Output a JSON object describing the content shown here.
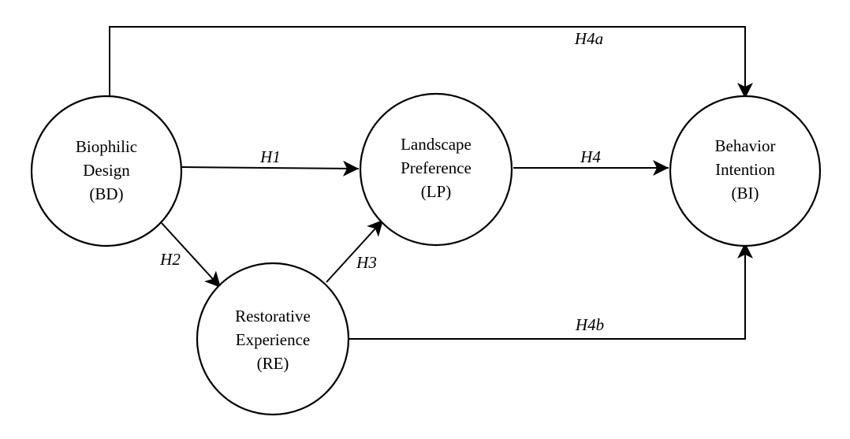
{
  "nodes": [
    {
      "id": "bd",
      "lines": [
        "Biophilic",
        "Design",
        "(BD)"
      ]
    },
    {
      "id": "lp",
      "lines": [
        "Landscape",
        "Preference",
        "(LP)"
      ]
    },
    {
      "id": "bi",
      "lines": [
        "Behavior",
        "Intention",
        "(BI)"
      ]
    },
    {
      "id": "re",
      "lines": [
        "Restorative",
        "Experience",
        "(RE)"
      ]
    }
  ],
  "edges": [
    {
      "id": "h1",
      "label": "H1",
      "from": "bd",
      "to": "lp"
    },
    {
      "id": "h2",
      "label": "H2",
      "from": "bd",
      "to": "re"
    },
    {
      "id": "h3",
      "label": "H3",
      "from": "re",
      "to": "lp"
    },
    {
      "id": "h4",
      "label": "H4",
      "from": "lp",
      "to": "bi"
    },
    {
      "id": "h4a",
      "label": "H4a",
      "from": "bd",
      "to": "bi"
    },
    {
      "id": "h4b",
      "label": "H4b",
      "from": "re",
      "to": "bi"
    }
  ],
  "colors": {
    "stroke": "#000000",
    "background": "#ffffff"
  }
}
